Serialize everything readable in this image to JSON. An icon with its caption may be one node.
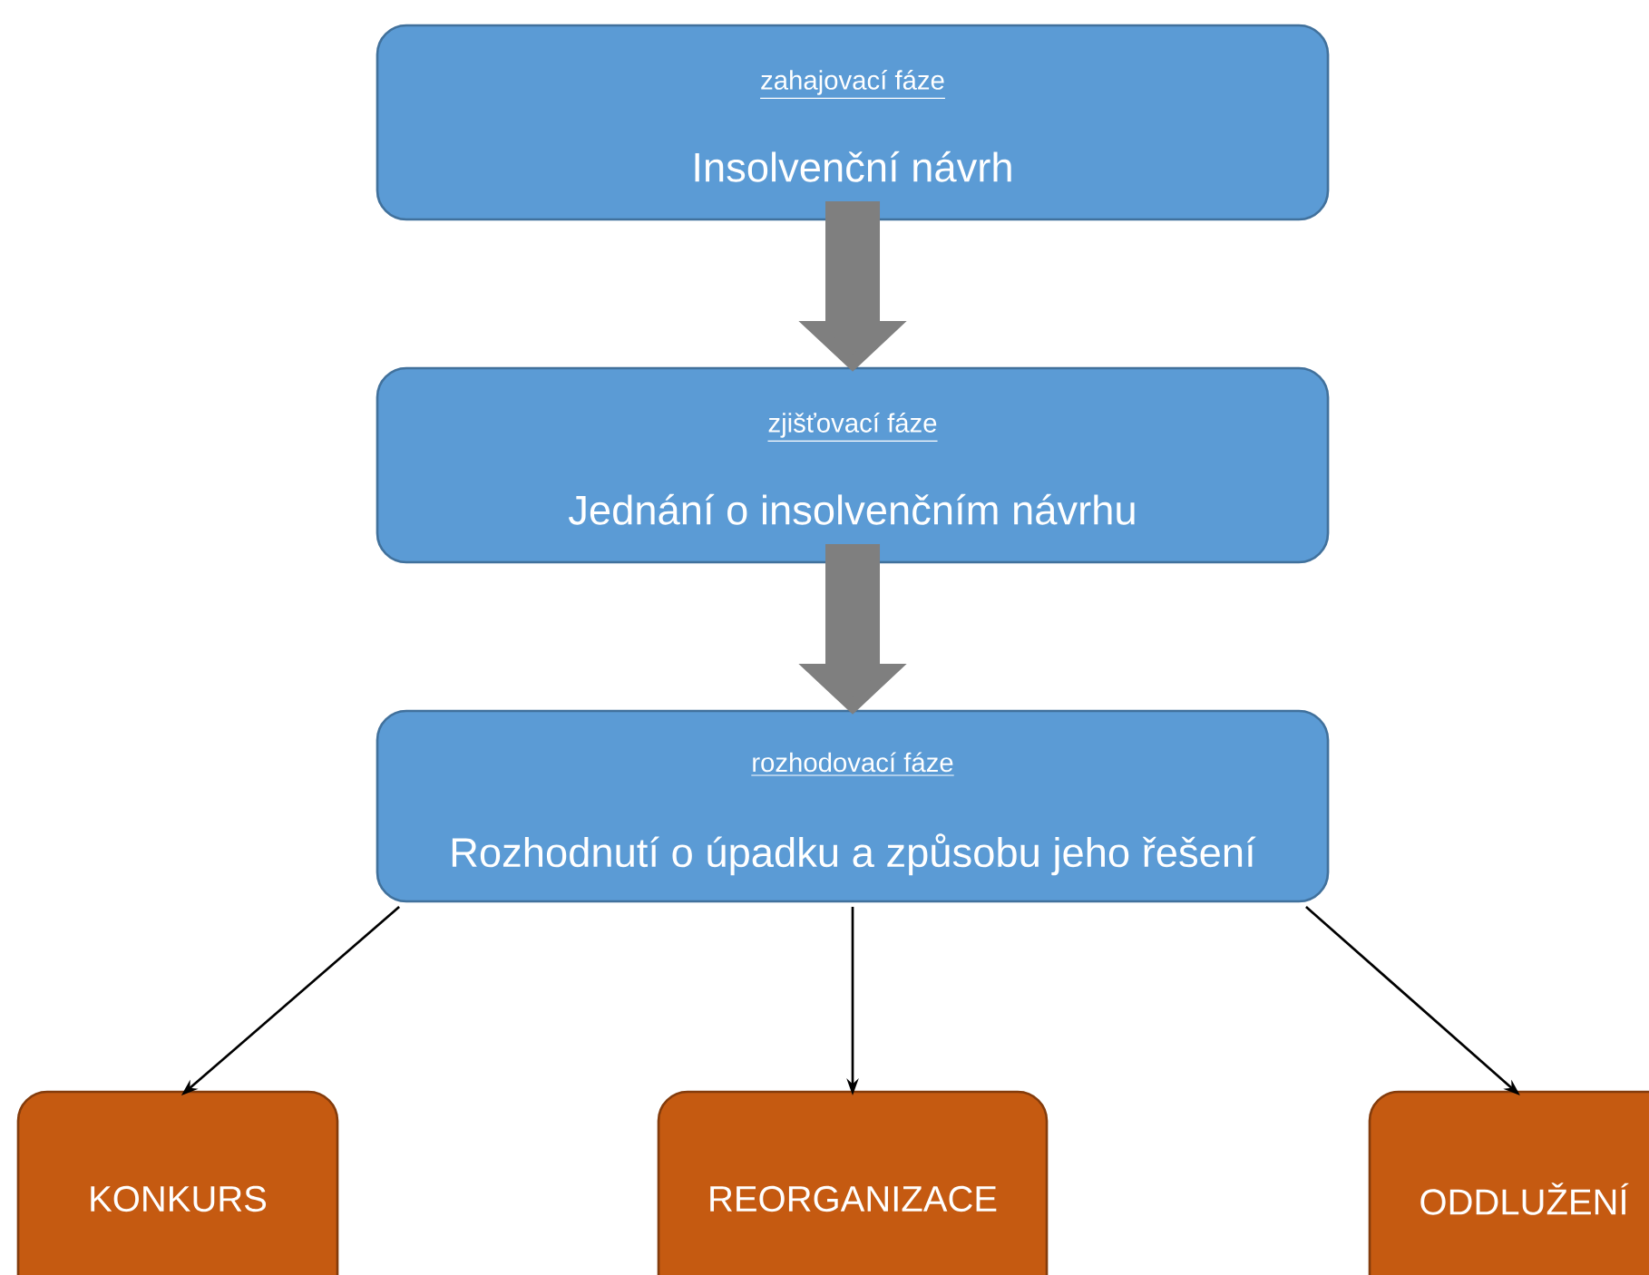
{
  "diagram": {
    "nodes": [
      {
        "text": [
          "zahajovací fáze",
          "Insolvenční návrh"
        ]
      },
      {
        "text": [
          "zjišťovací fáze",
          "Jednání o insolvenčním návrhu"
        ]
      },
      {
        "text": [
          "rozhodovací fáze",
          "Rozhodnutí o úpadku a způsobu jeho řešení"
        ]
      },
      {
        "text": [
          "KONKURS"
        ]
      },
      {
        "text": [
          "REORGANIZACE"
        ]
      },
      {
        "text": [
          "ODDLUŽENÍ"
        ]
      }
    ],
    "edges": [
      {
        "from": 0,
        "to": 1,
        "arrow": "to",
        "style": "thick",
        "color": "#7f7f7f"
      },
      {
        "from": 1,
        "to": 2,
        "arrow": "to",
        "style": "thick",
        "color": "#7f7f7f"
      },
      {
        "from": 2,
        "to": 3,
        "arrow": "to"
      },
      {
        "from": 2,
        "to": 4,
        "arrow": "to"
      },
      {
        "from": 2,
        "to": 5,
        "arrow": "to"
      }
    ]
  }
}
